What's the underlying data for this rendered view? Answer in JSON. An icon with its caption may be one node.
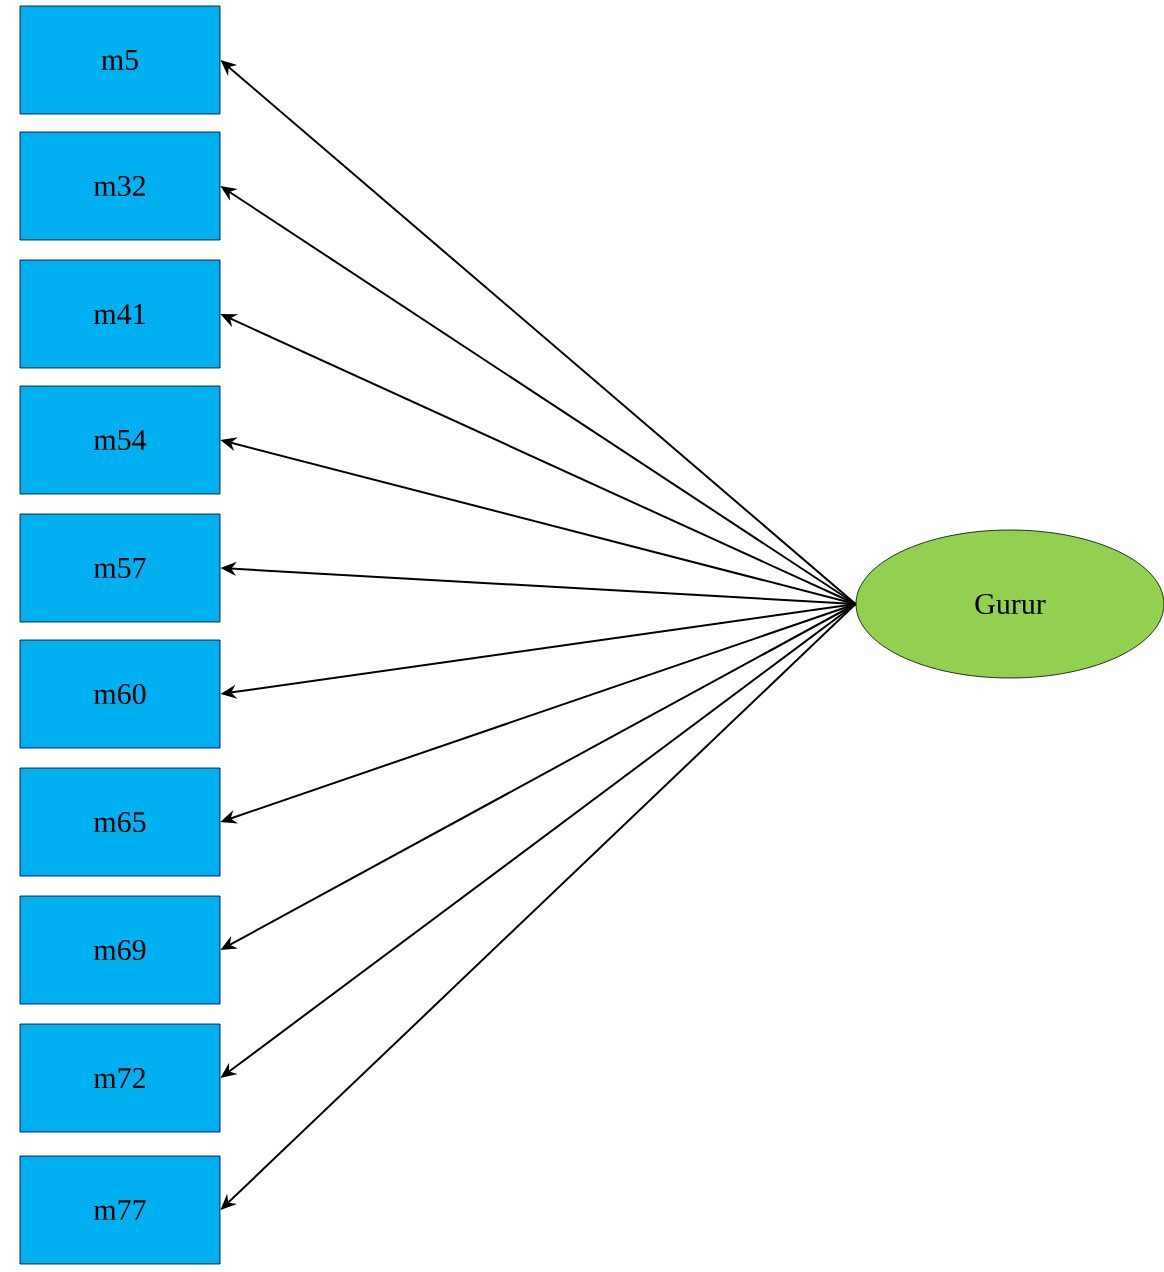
{
  "diagram": {
    "nodes": [
      {
        "text": [
          "m5"
        ]
      },
      {
        "text": [
          "m32"
        ]
      },
      {
        "text": [
          "m41"
        ]
      },
      {
        "text": [
          "m54"
        ]
      },
      {
        "text": [
          "m57"
        ]
      },
      {
        "text": [
          "m60"
        ]
      },
      {
        "text": [
          "m65"
        ]
      },
      {
        "text": [
          "m69"
        ]
      },
      {
        "text": [
          "m72"
        ]
      },
      {
        "text": [
          "m77"
        ]
      },
      {
        "text": [
          "Gurur"
        ]
      }
    ],
    "edges": [
      {
        "from": 10,
        "to": 0,
        "arrow": "to"
      },
      {
        "from": 10,
        "to": 1,
        "arrow": "to"
      },
      {
        "from": 10,
        "to": 2,
        "arrow": "to"
      },
      {
        "from": 10,
        "to": 3,
        "arrow": "to"
      },
      {
        "from": 10,
        "to": 4,
        "arrow": "to"
      },
      {
        "from": 10,
        "to": 5,
        "arrow": "to"
      },
      {
        "from": 10,
        "to": 6,
        "arrow": "to"
      },
      {
        "from": 10,
        "to": 7,
        "arrow": "to"
      },
      {
        "from": 10,
        "to": 8,
        "arrow": "to"
      },
      {
        "from": 10,
        "to": 9,
        "arrow": "to"
      }
    ]
  }
}
